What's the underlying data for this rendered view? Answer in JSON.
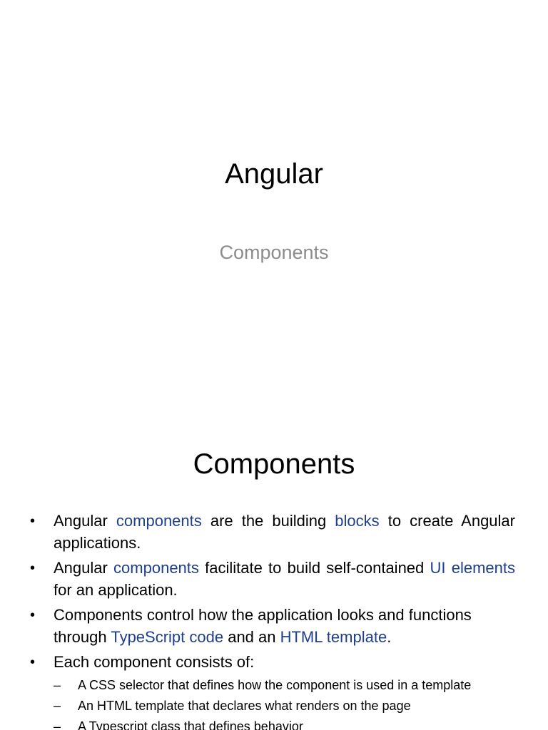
{
  "slide1": {
    "title": "Angular",
    "subtitle": "Components"
  },
  "slide2": {
    "heading": "Components",
    "bullet_symbol": "•",
    "dash_symbol": "–",
    "bullet1": {
      "t1": "Angular ",
      "link1": "components",
      "t2": " are the building ",
      "link2": "blocks",
      "t3": " to create Angular applications."
    },
    "bullet2": {
      "t1": "Angular ",
      "link1": "components",
      "t2": " facilitate to build self-contained ",
      "link2": "UI elements",
      "t3": " for an application."
    },
    "bullet3": {
      "t1": "Components  control how the application looks and functions through ",
      "link1": "TypeScript code",
      "t2": " and an ",
      "link2": "HTML template",
      "t3": "."
    },
    "bullet4": {
      "text": "Each component consists of:",
      "sub": [
        "A CSS selector that defines how the component is used in a template",
        "An HTML template that declares what renders on the page",
        "A Typescript class that defines behavior"
      ]
    },
    "link_color": "#1f3f8c"
  }
}
